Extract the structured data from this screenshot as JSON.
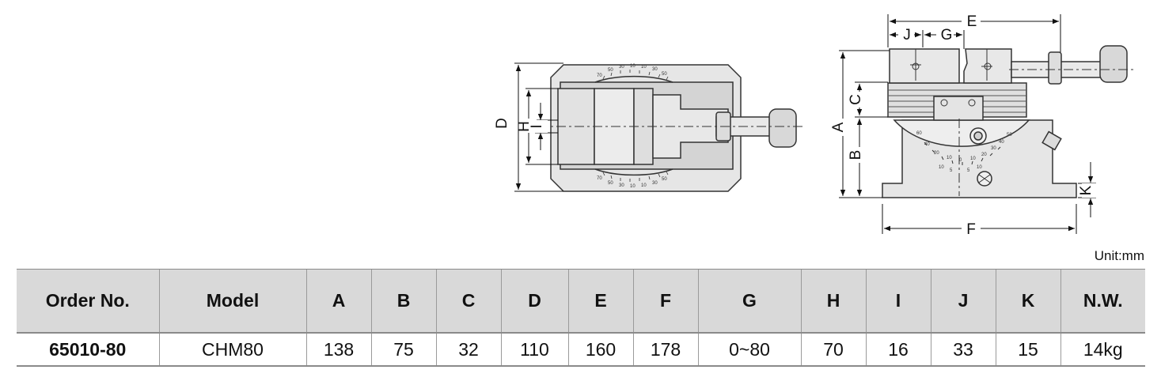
{
  "drawing": {
    "dimension_labels": [
      "D",
      "H",
      "I",
      "A",
      "C",
      "B",
      "K",
      "E",
      "J",
      "G",
      "F"
    ]
  },
  "table": {
    "unit": "Unit:mm",
    "headers": [
      "Order No.",
      "Model",
      "A",
      "B",
      "C",
      "D",
      "E",
      "F",
      "G",
      "H",
      "I",
      "J",
      "K",
      "N.W."
    ],
    "rows": [
      [
        "65010-80",
        "CHM80",
        "138",
        "75",
        "32",
        "110",
        "160",
        "178",
        "0~80",
        "70",
        "16",
        "33",
        "15",
        "14kg"
      ]
    ]
  }
}
